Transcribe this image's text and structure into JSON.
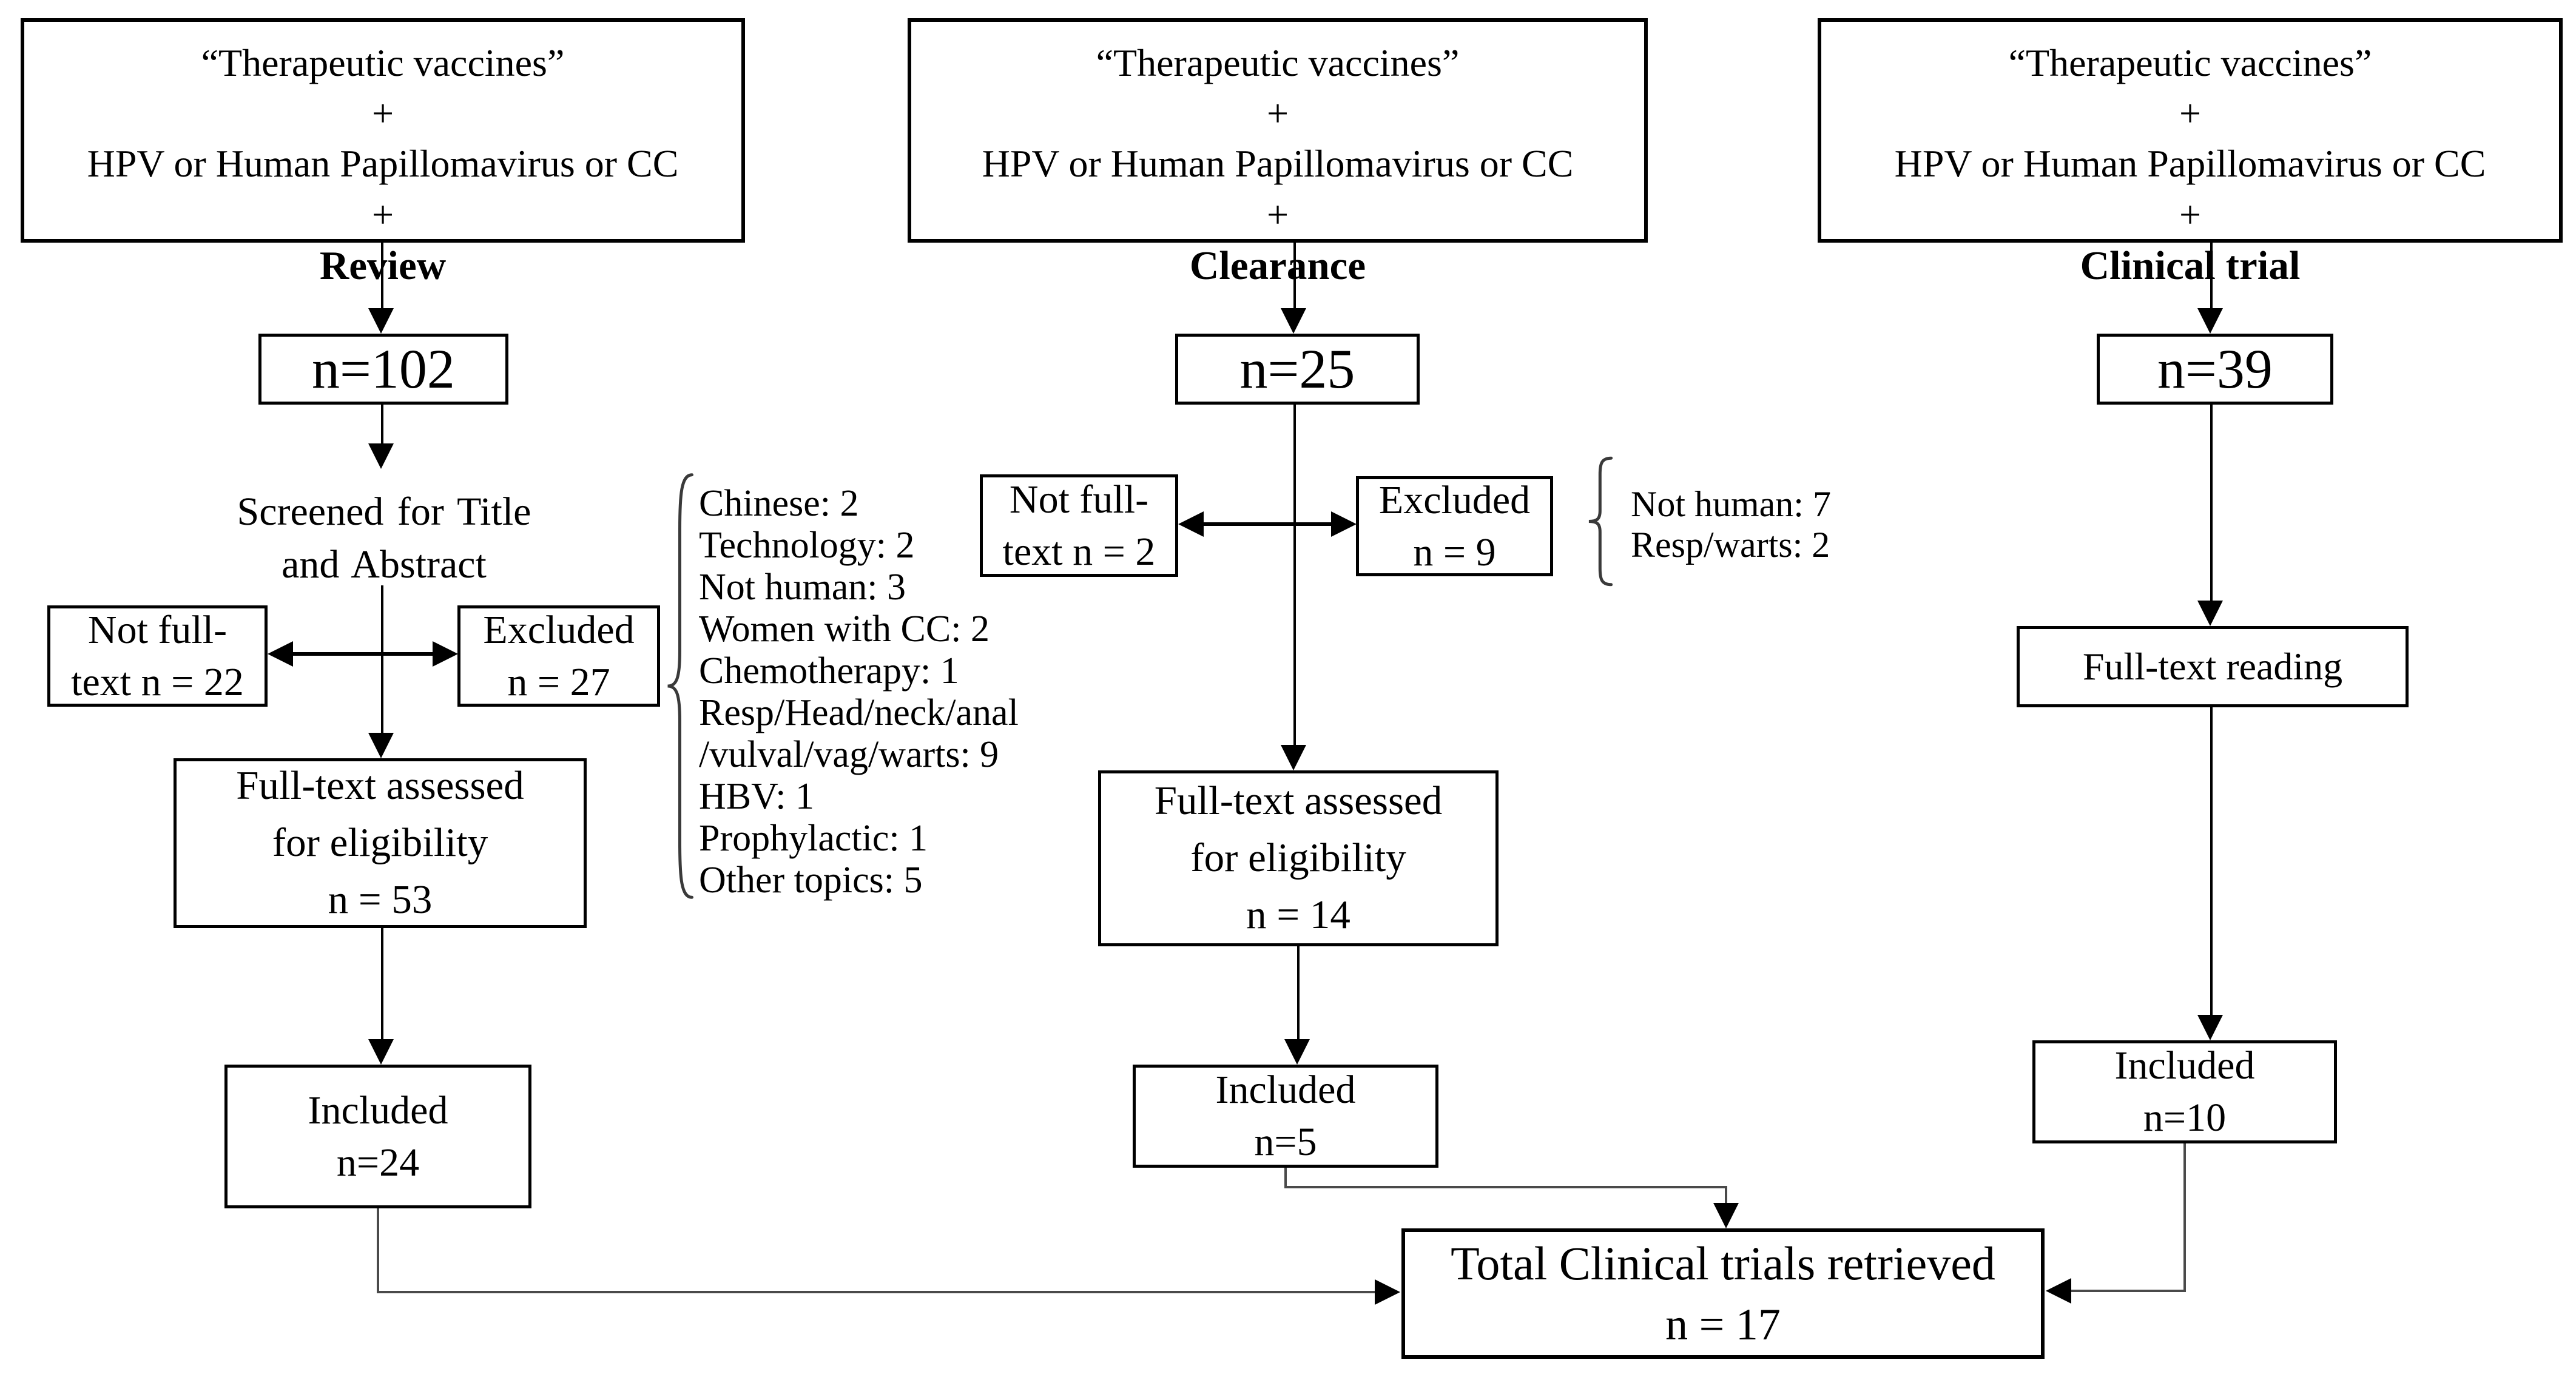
{
  "figure": {
    "columns": [
      {
        "query": {
          "line1": "“Therapeutic vaccines”",
          "plus1": "+",
          "line2": "HPV or Human Papillomavirus or CC",
          "plus2": "+",
          "keyword": "Review"
        },
        "count": "n=102",
        "screened_line1": "Screened for Title",
        "screened_line2": "and Abstract",
        "not_full_line1": "Not full-",
        "not_full_line2": "text n = 22",
        "excluded_line1": "Excluded",
        "excluded_line2": "n = 27",
        "full_text_line1": "Full-text assessed",
        "full_text_line2": "for eligibility",
        "full_text_line3": "n = 53",
        "included_line1": "Included",
        "included_line2": "n=24"
      },
      {
        "query": {
          "line1": "“Therapeutic vaccines”",
          "plus1": "+",
          "line2": "HPV or Human Papillomavirus or CC",
          "plus2": "+",
          "keyword": "Clearance"
        },
        "count": "n=25",
        "not_full_line1": "Not full-",
        "not_full_line2": "text n = 2",
        "excluded_line1": "Excluded",
        "excluded_line2": "n = 9",
        "full_text_line1": "Full-text assessed",
        "full_text_line2": "for eligibility",
        "full_text_line3": "n = 14",
        "included_line1": "Included",
        "included_line2": "n=5"
      },
      {
        "query": {
          "line1": "“Therapeutic vaccines”",
          "plus1": "+",
          "line2": "HPV or Human Papillomavirus or CC",
          "plus2": "+",
          "keyword": "Clinical trial"
        },
        "count": "n=39",
        "full_text_reading": "Full-text reading",
        "included_line1": "Included",
        "included_line2": "n=10"
      }
    ],
    "review_exclusions": [
      "Chinese: 2",
      "Technology: 2",
      "Not human: 3",
      "Women with CC: 2",
      "Chemotherapy: 1",
      "Resp/Head/neck/anal",
      "/vulval/vag/warts: 9",
      "HBV: 1",
      "Prophylactic: 1",
      "Other topics: 5"
    ],
    "clearance_exclusions": [
      "Not human: 7",
      "Resp/warts: 2"
    ],
    "total_line1": "Total Clinical trials retrieved",
    "total_line2": "n = 17"
  }
}
